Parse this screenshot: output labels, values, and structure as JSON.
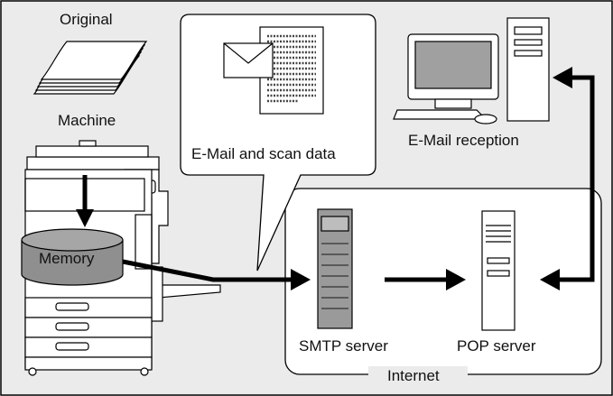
{
  "labels": {
    "original": "Original",
    "machine": "Machine",
    "memory": "Memory",
    "email_scan": "E-Mail and scan data",
    "email_reception": "E-Mail reception",
    "smtp": "SMTP server",
    "pop": "POP server",
    "internet": "Internet"
  },
  "colors": {
    "background": "#ebebeb",
    "device_fill": "#ffffff",
    "memory_fill": "#8f8f8f",
    "server_fill": "#9a9a9a",
    "arrow": "#000000"
  },
  "icons": [
    "paper-stack-icon",
    "copier-machine-icon",
    "memory-cylinder-icon",
    "envelope-icon",
    "document-icon",
    "desktop-pc-icon",
    "smtp-server-icon",
    "pop-server-icon"
  ]
}
